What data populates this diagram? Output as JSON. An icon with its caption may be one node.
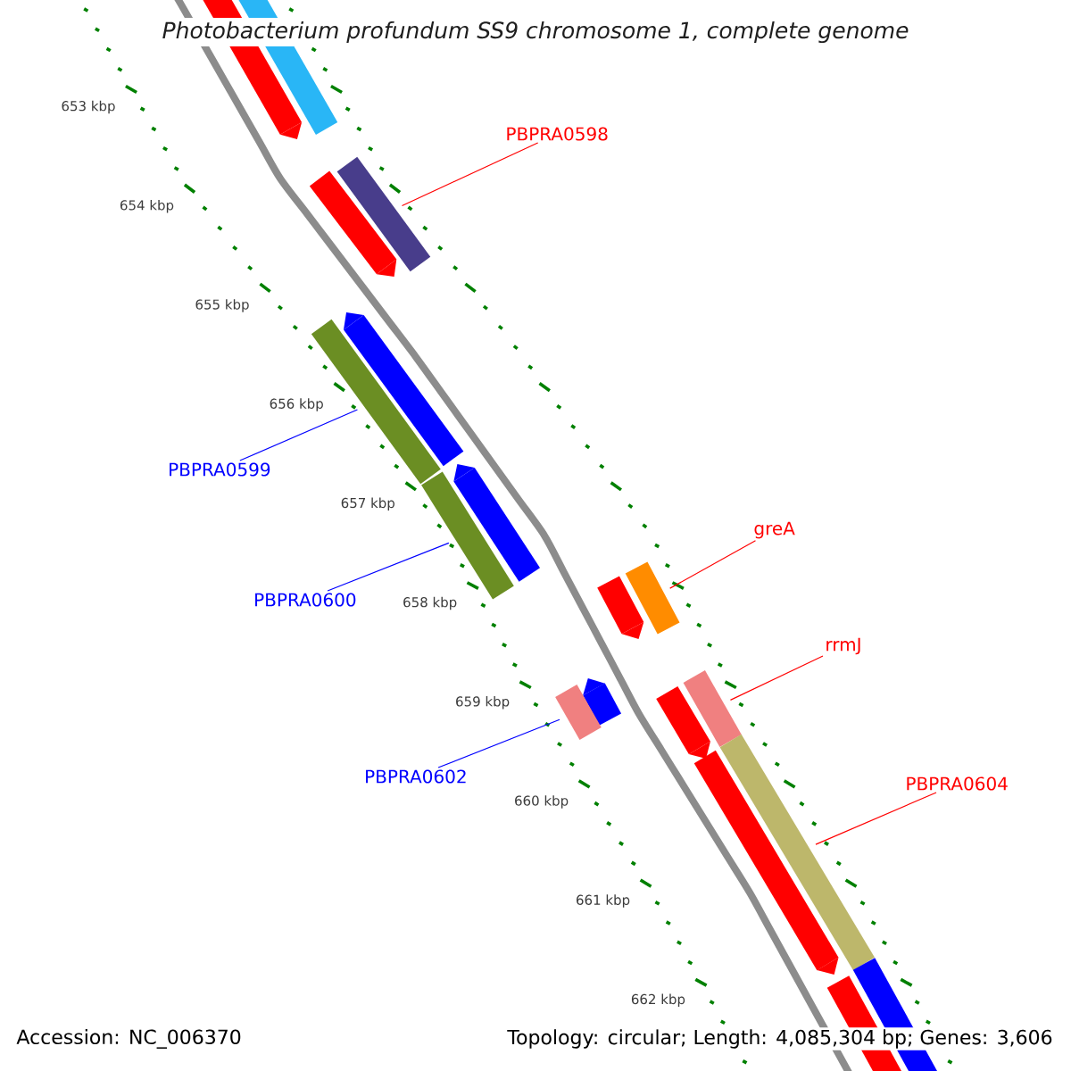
{
  "diagram": {
    "title": "Photobacterium profundum SS9 chromosome 1, complete genome",
    "nodes": [
      {
        "text": [
          "PBPRA0598"
        ]
      },
      {
        "text": [
          "PBPRA0599"
        ]
      },
      {
        "text": [
          "greA"
        ]
      },
      {
        "text": [
          "PBPRA0600"
        ]
      },
      {
        "text": [
          "rrmJ"
        ]
      },
      {
        "text": [
          "PBPRA0602"
        ]
      },
      {
        "text": [
          "PBPRA0604"
        ]
      },
      {
        "text": [],
        "shape": "bar"
      },
      {
        "text": [],
        "shape": "bar"
      },
      {
        "text": [],
        "shape": "bar"
      },
      {
        "text": [],
        "shape": "bar"
      },
      {
        "text": [],
        "shape": "bar"
      },
      {
        "text": [],
        "shape": "bar"
      },
      {
        "text": [],
        "shape": "bar"
      },
      {
        "text": [],
        "shape": "bar"
      },
      {
        "text": [],
        "shape": "bar"
      },
      {
        "text": [],
        "shape": "bar"
      },
      {
        "text": [],
        "shape": "bar"
      },
      {
        "text": [],
        "shape": "bar"
      },
      {
        "text": [],
        "shape": "bar"
      },
      {
        "text": [],
        "shape": "bar"
      },
      {
        "text": [],
        "shape": "bar"
      },
      {
        "text": [],
        "shape": "bar"
      },
      {
        "text": [],
        "shape": "bar"
      },
      {
        "text": [],
        "shape": "bar"
      }
    ],
    "edges": [
      {
        "from": 0,
        "to": 9,
        "arrow": "none"
      },
      {
        "from": 1,
        "to": 12,
        "arrow": "none",
        "color": "#0000ff"
      },
      {
        "from": 2,
        "to": 15,
        "arrow": "none"
      },
      {
        "from": 3,
        "to": 14,
        "arrow": "none",
        "color": "#0000ff"
      },
      {
        "from": 4,
        "to": 17,
        "arrow": "none"
      },
      {
        "from": 5,
        "to": 19,
        "arrow": "none",
        "color": "#0000ff"
      },
      {
        "from": 6,
        "to": 21,
        "arrow": "none"
      }
    ],
    "labels": [
      "653 kbp",
      "654 kbp",
      "655 kbp",
      "656 kbp",
      "657 kbp",
      "658 kbp",
      "659 kbp",
      "660 kbp",
      "661 kbp",
      "662 kbp",
      "Accession: NC_006370",
      "Topology: circular; Length: 4,085,304 bp; Genes: 3,606"
    ]
  }
}
